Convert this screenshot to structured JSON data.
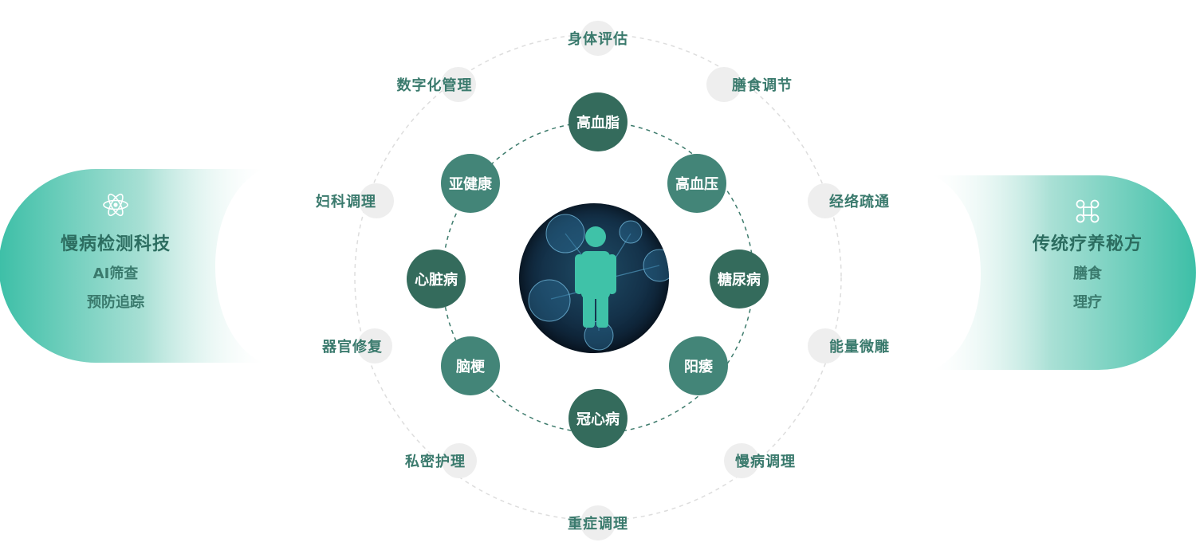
{
  "left_panel": {
    "icon": "atom-icon",
    "title": "慢病检测科技",
    "lines": [
      "AI筛查",
      "预防追踪"
    ]
  },
  "right_panel": {
    "icon": "command-icon",
    "title": "传统疗养秘方",
    "lines": [
      "膳食",
      "理疗"
    ]
  },
  "outer_items": [
    "身体评估",
    "膳食调节",
    "经络疏通",
    "能量微雕",
    "慢病调理",
    "重症调理",
    "私密护理",
    "器官修复",
    "妇科调理",
    "数字化管理"
  ],
  "inner_items": [
    "高血脂",
    "高血压",
    "糖尿病",
    "阳痿",
    "冠心病",
    "脑梗",
    "心脏病",
    "亚健康"
  ],
  "colors": {
    "node_dark": "#346b5c",
    "node_mid": "#438578",
    "figure": "#3fc2a8",
    "panel_accent": "#3dbfa7",
    "text_green": "#3a7a6d"
  },
  "center": {
    "icon": "person-icon"
  }
}
